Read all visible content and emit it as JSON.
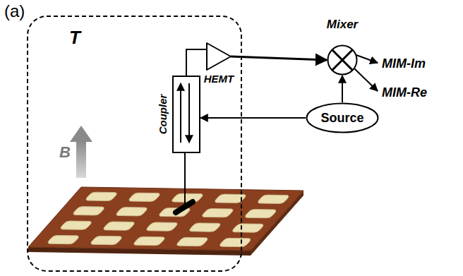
{
  "diagram": {
    "nodes": [
      {
        "text": [
          "T"
        ]
      },
      {
        "text": [
          "Coupler"
        ],
        "in": 0
      },
      {
        "text": [
          "HEMT"
        ],
        "in": 0
      },
      {
        "text": [
          "Mixer"
        ]
      },
      {
        "text": [
          "Source"
        ]
      }
    ],
    "edges": [
      {
        "from": 1,
        "to": 2,
        "arrow": "none"
      },
      {
        "from": 2,
        "to": 3,
        "arrow": "to"
      },
      {
        "from": 4,
        "to": 3,
        "arrow": "to"
      },
      {
        "from": 4,
        "to": 1,
        "arrow": "to"
      }
    ],
    "labels": [
      "(a)",
      "B",
      "MIM-Im",
      "MIM-Re"
    ]
  }
}
